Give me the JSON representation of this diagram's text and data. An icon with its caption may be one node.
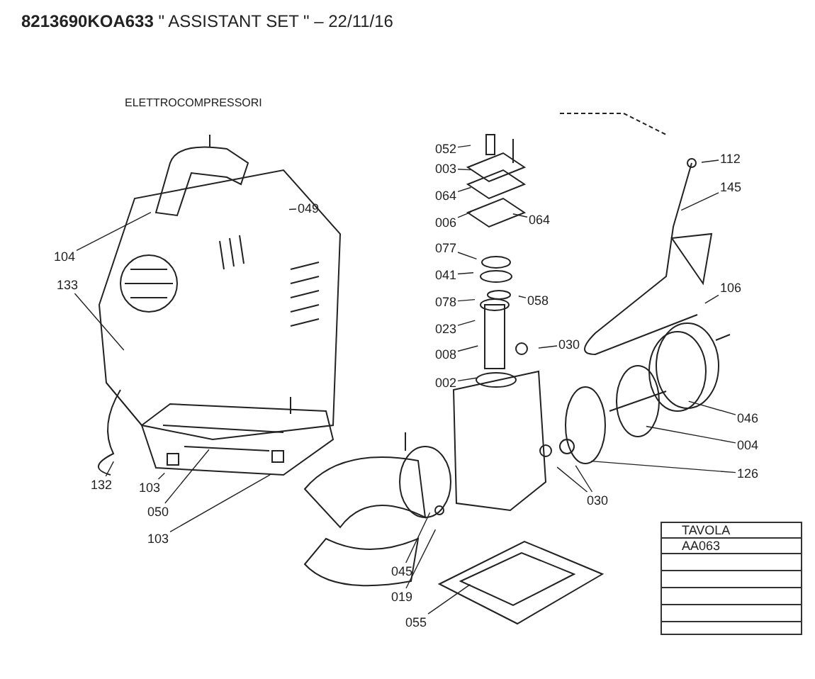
{
  "diagram": {
    "title": "**8213690KOA633** \" ASSISTANT SET \" – 22/11/16",
    "nodes": [
      {
        "text": [
          "104"
        ]
      },
      {
        "text": [
          "049"
        ]
      },
      {
        "text": [
          "133"
        ]
      },
      {
        "text": [
          "132"
        ]
      },
      {
        "text": [
          "103"
        ]
      },
      {
        "text": [
          "050"
        ]
      },
      {
        "text": [
          "103"
        ]
      },
      {
        "text": [
          "052"
        ]
      },
      {
        "text": [
          "003"
        ]
      },
      {
        "text": [
          "064"
        ]
      },
      {
        "text": [
          "006"
        ]
      },
      {
        "text": [
          "064"
        ]
      },
      {
        "text": [
          "077"
        ]
      },
      {
        "text": [
          "041"
        ]
      },
      {
        "text": [
          "078"
        ]
      },
      {
        "text": [
          "058"
        ]
      },
      {
        "text": [
          "023"
        ]
      },
      {
        "text": [
          "030"
        ]
      },
      {
        "text": [
          "008"
        ]
      },
      {
        "text": [
          "002"
        ]
      },
      {
        "text": [
          "045"
        ]
      },
      {
        "text": [
          "019"
        ]
      },
      {
        "text": [
          "055"
        ]
      },
      {
        "text": [
          "112"
        ]
      },
      {
        "text": [
          "145"
        ]
      },
      {
        "text": [
          "106"
        ]
      },
      {
        "text": [
          "046"
        ]
      },
      {
        "text": [
          "004"
        ]
      },
      {
        "text": [
          "126"
        ]
      },
      {
        "text": [
          "030"
        ]
      }
    ],
    "edges": [
      {
        "from": 0,
        "to": null,
        "arrow": "none"
      },
      {
        "from": 1,
        "to": null,
        "arrow": "none"
      },
      {
        "from": 2,
        "to": null,
        "arrow": "none"
      },
      {
        "from": 3,
        "to": null,
        "arrow": "none"
      },
      {
        "from": 4,
        "to": null,
        "arrow": "none"
      },
      {
        "from": 5,
        "to": null,
        "arrow": "none"
      },
      {
        "from": 6,
        "to": null,
        "arrow": "none"
      },
      {
        "from": 7,
        "to": null,
        "arrow": "none"
      },
      {
        "from": 8,
        "to": null,
        "arrow": "none"
      },
      {
        "from": 9,
        "to": null,
        "arrow": "none"
      },
      {
        "from": 10,
        "to": null,
        "arrow": "none"
      },
      {
        "from": 11,
        "to": null,
        "arrow": "none"
      },
      {
        "from": 12,
        "to": null,
        "arrow": "none"
      },
      {
        "from": 13,
        "to": null,
        "arrow": "none"
      },
      {
        "from": 14,
        "to": null,
        "arrow": "none"
      },
      {
        "from": 15,
        "to": null,
        "arrow": "none"
      },
      {
        "from": 16,
        "to": null,
        "arrow": "none"
      },
      {
        "from": 17,
        "to": null,
        "arrow": "none"
      },
      {
        "from": 18,
        "to": null,
        "arrow": "none"
      },
      {
        "from": 19,
        "to": null,
        "arrow": "none"
      },
      {
        "from": 20,
        "to": null,
        "arrow": "none"
      },
      {
        "from": 21,
        "to": null,
        "arrow": "none"
      },
      {
        "from": 22,
        "to": null,
        "arrow": "none"
      },
      {
        "from": 23,
        "to": null,
        "arrow": "none"
      },
      {
        "from": 24,
        "to": null,
        "arrow": "none"
      },
      {
        "from": 25,
        "to": null,
        "arrow": "none"
      },
      {
        "from": 26,
        "to": null,
        "arrow": "none"
      },
      {
        "from": 27,
        "to": null,
        "arrow": "none"
      },
      {
        "from": 28,
        "to": null,
        "arrow": "none"
      },
      {
        "from": 29,
        "to": null,
        "arrow": "none"
      },
      {
        "from": 29,
        "to": null,
        "arrow": "none"
      }
    ],
    "labels": [
      "ELETTROCOMPRESSORI",
      "TAVOLA",
      "AA063"
    ]
  }
}
